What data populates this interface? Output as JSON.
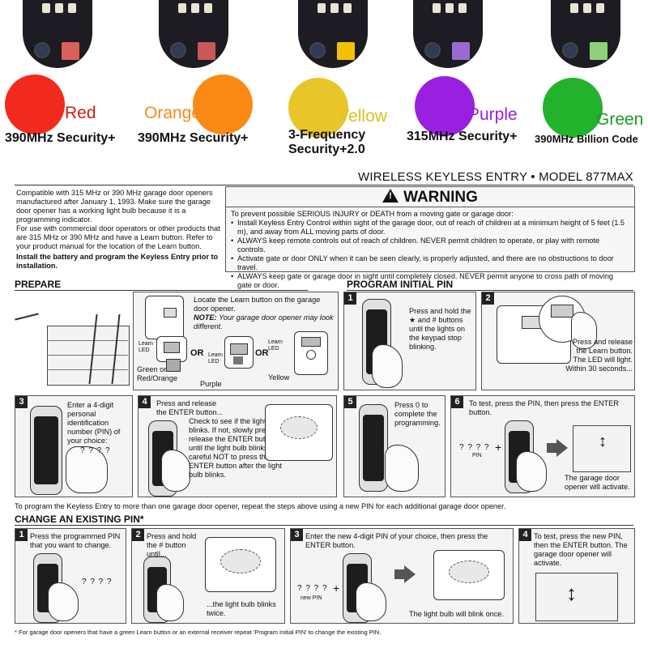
{
  "colors": [
    {
      "name": "Red",
      "freq": "390MHz Security+",
      "hex": "#f22a1d"
    },
    {
      "name": "Orange",
      "freq": "390MHz Security+",
      "hex": "#fb8a14"
    },
    {
      "name": "Yellow",
      "freq_line1": "3-Frequency",
      "freq_line2": "Security+2.0",
      "hex": "#e8c62a"
    },
    {
      "name": "Purple",
      "freq": "315MHz Security+",
      "hex": "#9a1fe0"
    },
    {
      "name": "Green",
      "freq": "390MHz Billion Code",
      "hex": "#22b22c"
    }
  ],
  "name_colors": [
    "#d21a12",
    "#f08a1a",
    "#d9c21f",
    "#9a1fe0",
    "#1e9a28"
  ],
  "manual": {
    "title": "WIRELESS KEYLESS ENTRY • MODEL 877MAX",
    "intro_p1": "Compatible with 315 MHz or 390 MHz garage door openers manufactured after January 1, 1993. Make sure the garage door opener has a working light bulb because it is a programming indicator.",
    "intro_p2": "For use with commercial door operators or other products that are 315 MHz or 390 MHz and have a Learn button. Refer to your product manual for the location of the Learn button.",
    "intro_p3": "Install the battery and program the Keyless Entry prior to installation.",
    "warning_title": "WARNING",
    "warning_intro": "To prevent possible SERIOUS INJURY or DEATH from a moving gate or garage door:",
    "warning_items": [
      "Install Keyless Entry Control within sight of the garage door, out of reach of children at a minimum height of 5 feet (1.5 m), and away from ALL moving parts of door.",
      "ALWAYS keep remote controls out of reach of children. NEVER permit children to operate, or play with remote controls.",
      "Activate gate or door ONLY when it can be seen clearly, is properly adjusted, and there are no obstructions to door travel.",
      "ALWAYS keep gate or garage door in sight until completely closed. NEVER permit anyone to cross path of moving gate or door."
    ],
    "prepare": {
      "heading": "PREPARE",
      "locate": "Locate the Learn button on the garage door opener.",
      "note_label": "NOTE:",
      "note": "Your garage door opener may look different.",
      "learn_led": "Learn LED",
      "learn": "Learn",
      "led": "LED",
      "or": "OR",
      "green_or": "Green or Red/Orange",
      "purple": "Purple",
      "yellow": "Yellow"
    },
    "program": {
      "heading": "PROGRAM INITIAL PIN",
      "step1": "Press and hold the ★ and # buttons until the lights on the keypad stop blinking.",
      "step2": "Press and release the Learn button. The LED will light. Within 30 seconds...",
      "step3": "Enter a 4-digit personal identification number (PIN) of your choice:",
      "pin_blank": "_ _ _ _",
      "pin_mask": "? ? ? ?",
      "step4_a": "Press and release the ENTER button...",
      "step4_b": "Check to see if the light bulb blinks. If not, slowly press and release the ENTER button until the light bulb blinks. Be careful NOT to press the ENTER button after the light bulb blinks.",
      "step5": "Press 0 to complete the programming.",
      "step6": "To test, press the PIN, then press the ENTER button.",
      "pin_label": "PIN",
      "plus": "+",
      "step6_result": "The garage door opener will activate."
    },
    "multi_note": "To program the Keyless Entry to more than one garage door opener, repeat the steps above using a new PIN for each additional garage door opener.",
    "change": {
      "heading": "CHANGE AN EXISTING PIN*",
      "step1": "Press the programmed PIN that you want to change.",
      "step2_a": "Press and hold the # button until...",
      "step2_b": "...the light bulb blinks twice.",
      "step3": "Enter the new 4-digit PIN of your choice, then press the ENTER button.",
      "new_pin": "new PIN",
      "step3_result": "The light bulb will blink once.",
      "step4": "To test, press the new PIN, then the ENTER button. The garage door opener will activate."
    },
    "footnote": "* For garage door openers that have a green Learn button or an external receiver repeat 'Program Initial PIN' to change the existing PIN.",
    "step_numbers": [
      "1",
      "2",
      "3",
      "4",
      "5",
      "6"
    ]
  }
}
